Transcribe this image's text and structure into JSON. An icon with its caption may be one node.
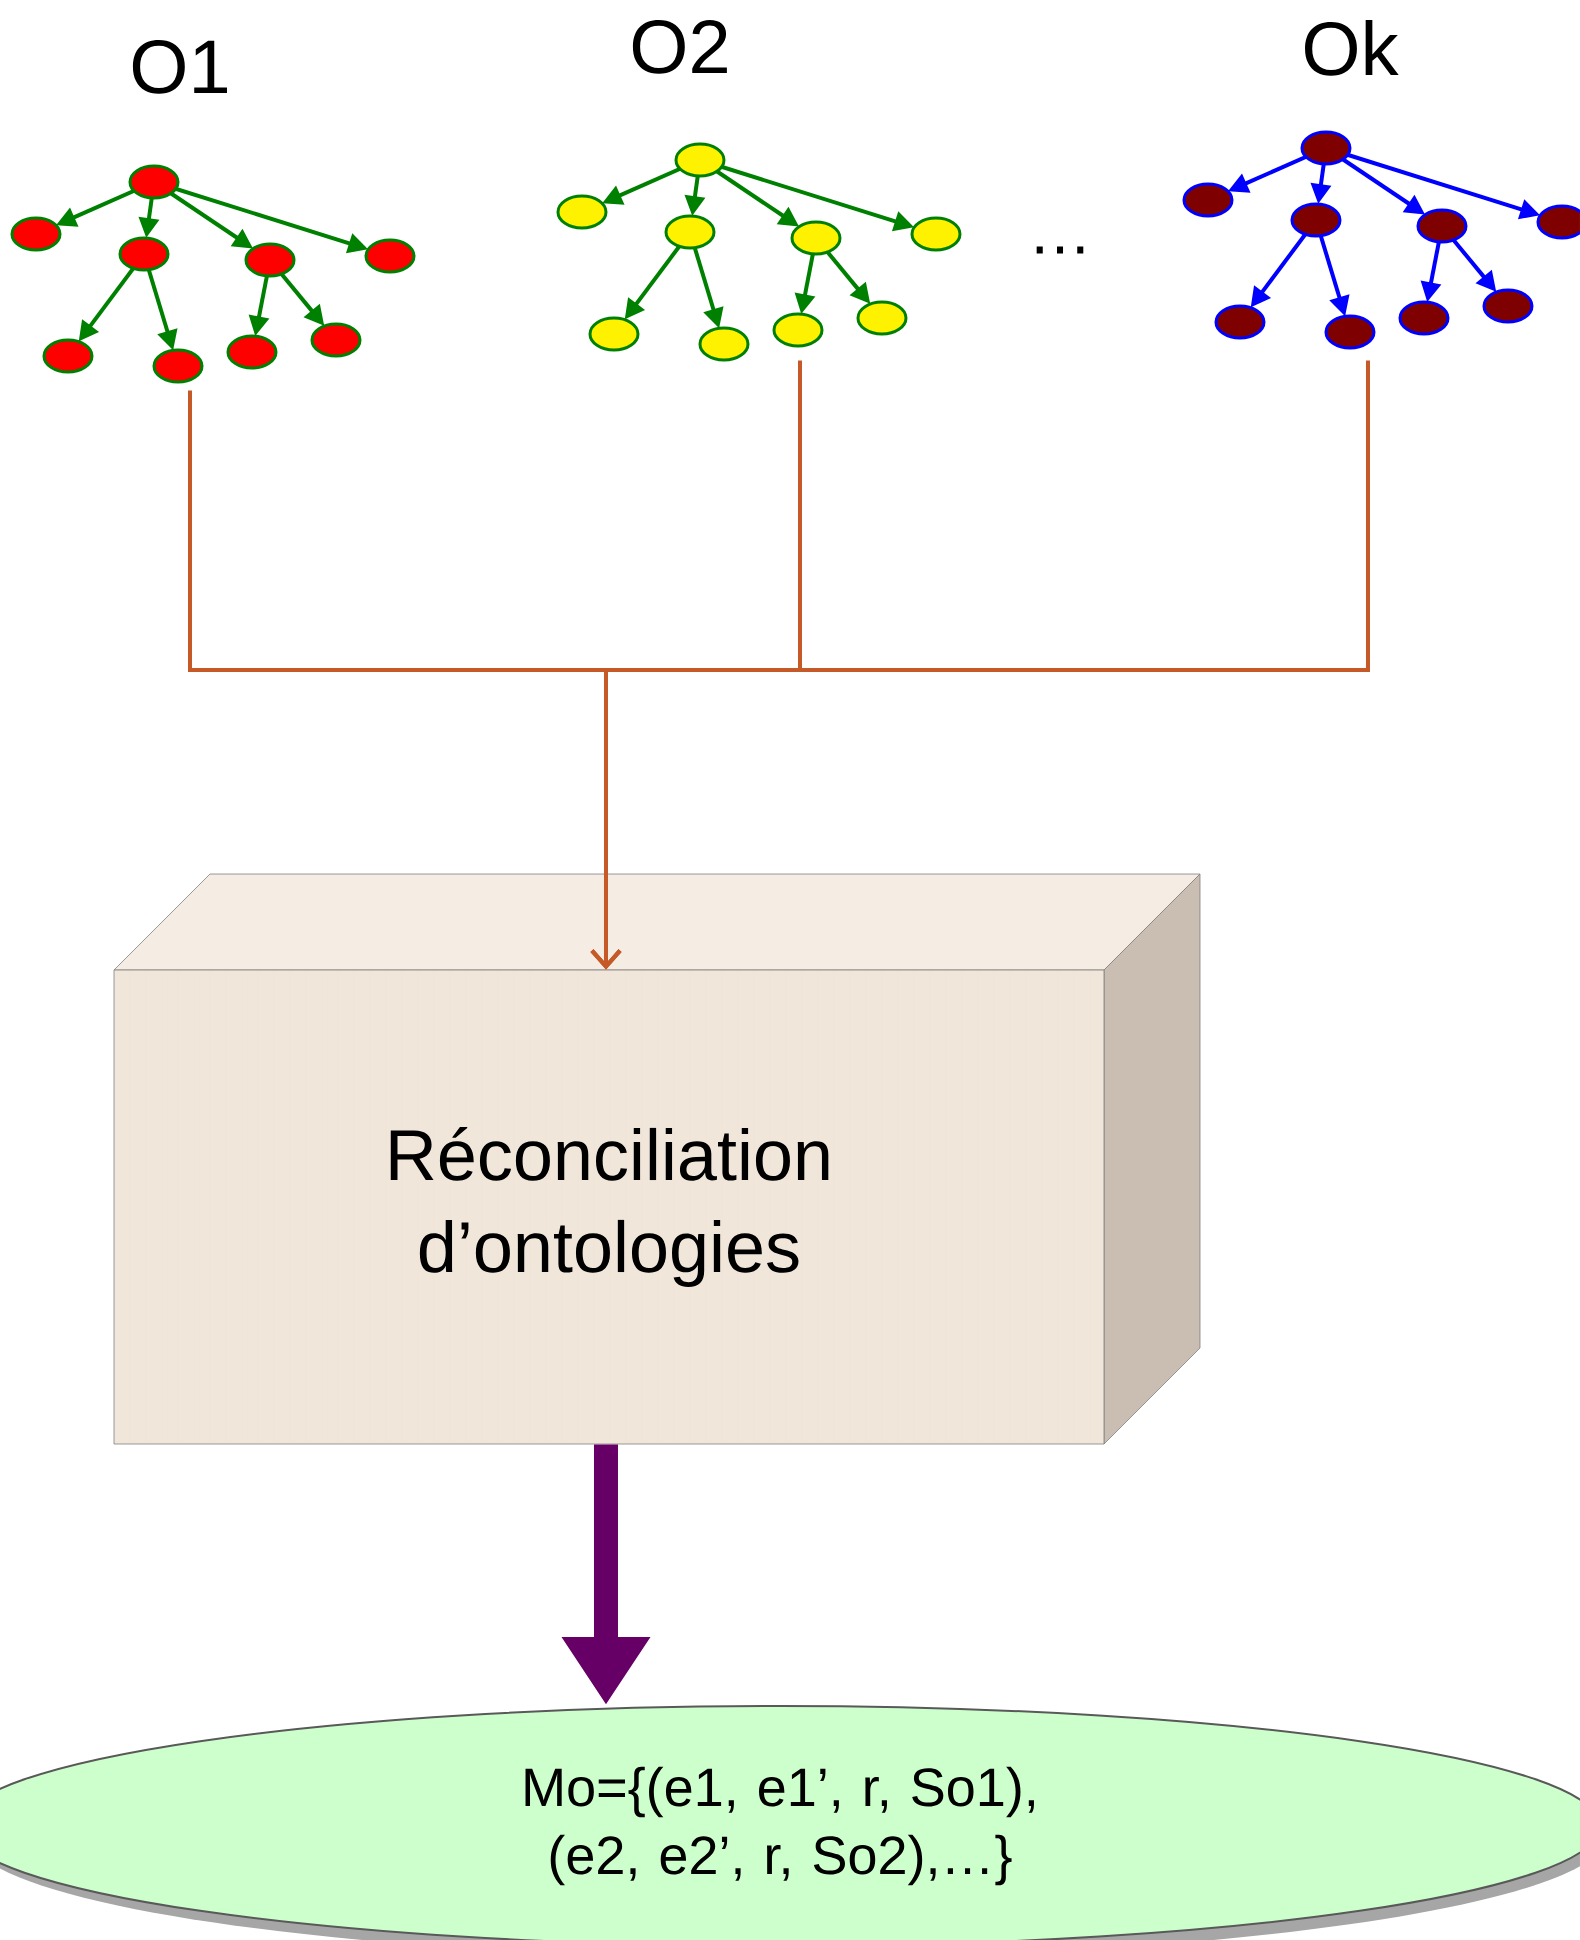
{
  "diagram": {
    "nodes": [
      {
        "text": [
          "O1"
        ]
      },
      {
        "text": [
          "O2"
        ]
      },
      {
        "text": [
          "Ok"
        ]
      },
      {
        "text": [
          "Réconciliation d’ontologies"
        ]
      },
      {
        "text": [
          "Mo={(e1, e1’, r, So1), (e2, e2’, r, So2),…}"
        ]
      }
    ],
    "edges": [
      {
        "from": 0,
        "to": 3,
        "arrow": "to"
      },
      {
        "from": 1,
        "to": 3,
        "arrow": "to"
      },
      {
        "from": 2,
        "to": 3,
        "arrow": "to"
      },
      {
        "from": 3,
        "to": 4,
        "arrow": "to",
        "style": "thick",
        "color": "#660066"
      }
    ],
    "labels": [
      "…"
    ]
  }
}
